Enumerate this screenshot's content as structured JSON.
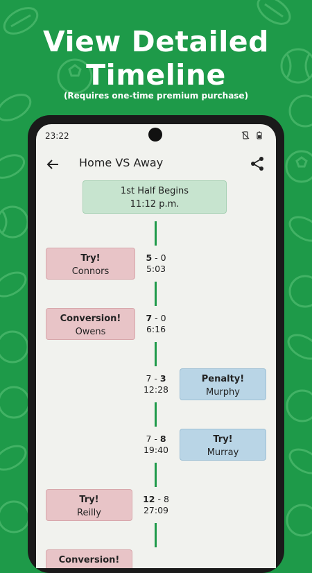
{
  "promo": {
    "title_line1": "View Detailed",
    "title_line2": "Timeline",
    "subtitle": "(Requires one-time premium purchase)"
  },
  "status_bar": {
    "time": "23:22"
  },
  "app_bar": {
    "title": "Home VS Away"
  },
  "timeline": {
    "start": {
      "label": "1st Half Begins",
      "time": "11:12 p.m."
    },
    "events": [
      {
        "side": "home",
        "type": "Try!",
        "player": "Connors",
        "home_score": "5",
        "away_score": "0",
        "clock": "5:03"
      },
      {
        "side": "home",
        "type": "Conversion!",
        "player": "Owens",
        "home_score": "7",
        "away_score": "0",
        "clock": "6:16"
      },
      {
        "side": "away",
        "type": "Penalty!",
        "player": "Murphy",
        "home_score": "7",
        "away_score": "3",
        "clock": "12:28"
      },
      {
        "side": "away",
        "type": "Try!",
        "player": "Murray",
        "home_score": "7",
        "away_score": "8",
        "clock": "19:40"
      },
      {
        "side": "home",
        "type": "Try!",
        "player": "Reilly",
        "home_score": "12",
        "away_score": "8",
        "clock": "27:09"
      },
      {
        "side": "home",
        "type": "Conversion!",
        "player": "",
        "home_score": "",
        "away_score": "",
        "clock": ""
      }
    ]
  },
  "colors": {
    "brand_green": "#1e9a49",
    "home_card": "#e8c4c7",
    "away_card": "#b9d5e6",
    "start_card": "#c7e4cf"
  }
}
